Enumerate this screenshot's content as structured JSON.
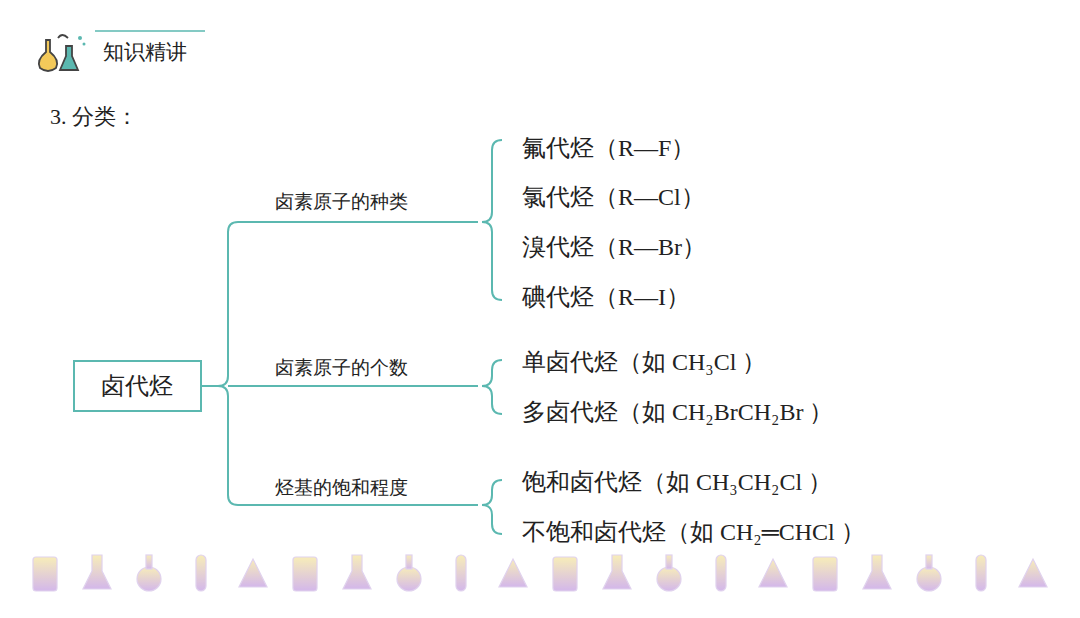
{
  "diagram": {
    "title": "知识精讲",
    "nodes": [
      {
        "text": [
          "卤代烃"
        ]
      }
    ],
    "labels": [
      "3. 分类：",
      "卤素原子的种类",
      "氟代烃（R—F）",
      "氯代烃（R—Cl）",
      "溴代烃（R—Br）",
      "碘代烃（R—I）",
      "卤素原子的个数",
      "单卤代烃（如 CH₃Cl ）",
      "多卤代烃（如 CH₂BrCH₂Br ）",
      "烃基的饱和程度",
      "饱和卤代烃（如 CH₃CH₂Cl ）",
      "不饱和卤代烃（如 CH₂═CHCl ）"
    ]
  }
}
